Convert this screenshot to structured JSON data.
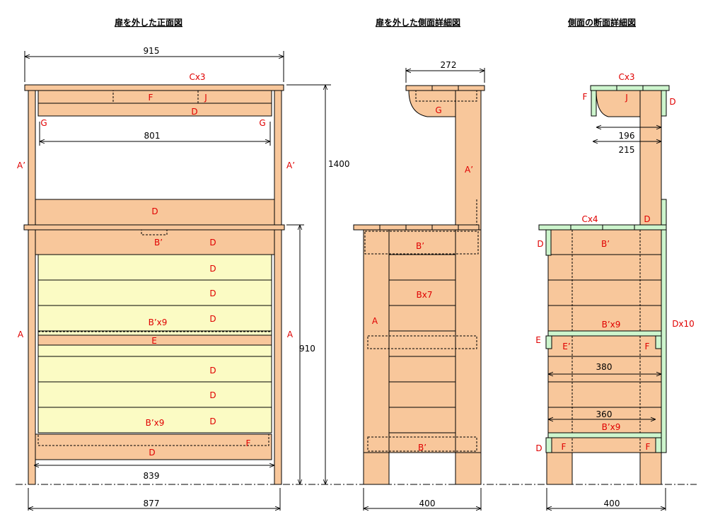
{
  "titles": {
    "front": "扉を外した正面図",
    "side": "扉を外した側面詳細図",
    "section": "側面の断面詳細図"
  },
  "front": {
    "dim_top_width": "915",
    "dim_inner_width": "801",
    "dim_total_height": "1400",
    "dim_lower_height": "910",
    "dim_shelf_width": "839",
    "dim_bottom_width": "877",
    "labels": {
      "top_boards": "Cx3",
      "f": "F",
      "j": "J",
      "d_top": "D",
      "g_left": "G",
      "g_right": "G",
      "a_prime_left": "A’",
      "a_prime_right": "A’",
      "d_mid": "D",
      "b_prime": "B’",
      "d_1": "D",
      "d_2": "D",
      "d_3": "D",
      "d_4": "D",
      "b_prime_x9_upper": "B’x9",
      "e": "E",
      "a_left": "A",
      "a_right": "A",
      "d_5": "D",
      "d_6": "D",
      "d_7": "D",
      "b_prime_x9_lower": "B’x9",
      "f_lower": "F",
      "d_bottom": "D"
    }
  },
  "side": {
    "dim_top_depth": "272",
    "dim_depth": "400",
    "labels": {
      "g": "G",
      "a_prime": "A’",
      "b_prime_top": "B’",
      "bx7": "Bx7",
      "a": "A",
      "b_prime_bottom": "B’"
    }
  },
  "section": {
    "dim_196": "196",
    "dim_215": "215",
    "dim_380": "380",
    "dim_360": "360",
    "dim_depth": "400",
    "labels": {
      "cx3": "Cx3",
      "f_top": "F",
      "j": "J",
      "d_top": "D",
      "cx4": "Cx4",
      "d_right": "D",
      "d_left": "D",
      "b_prime": "B’",
      "b_prime_x9_upper": "B’x9",
      "dx10": "Dx10",
      "e": "E",
      "e_prime": "E’",
      "f_mid": "F",
      "b_prime_x9_lower": "B’x9",
      "d_bottom": "D",
      "f_bottom_left": "F",
      "f_bottom_right": "F"
    }
  }
}
